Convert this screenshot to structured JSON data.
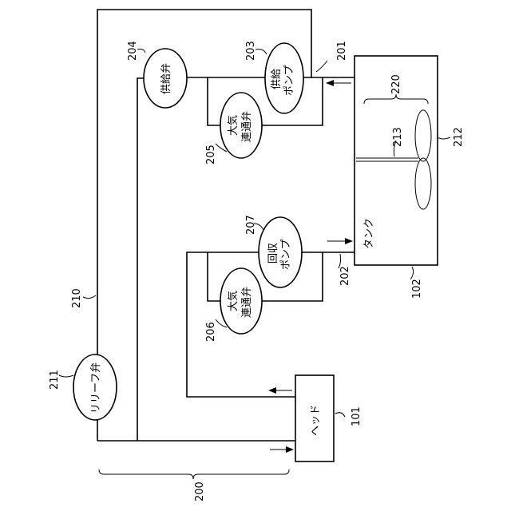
{
  "components": {
    "head": {
      "label": "ヘッド",
      "ref": "101"
    },
    "tank": {
      "label": "タンク",
      "ref": "102"
    },
    "supply_line": {
      "ref": "201"
    },
    "recovery_line": {
      "ref": "202"
    },
    "supply_pump": {
      "label_line1": "供給",
      "label_line2": "ポンプ",
      "ref": "203"
    },
    "supply_valve": {
      "label": "供給弁",
      "ref": "204"
    },
    "atm_valve_upper": {
      "label_line1": "大気",
      "label_line2": "連通弁",
      "ref": "205"
    },
    "atm_valve_lower": {
      "label_line1": "大気",
      "label_line2": "連通弁",
      "ref": "206"
    },
    "recovery_pump": {
      "label_line1": "回収",
      "label_line2": "ポンプ",
      "ref": "207"
    },
    "bypass_line": {
      "ref": "210"
    },
    "relief_valve": {
      "label": "リリーフ弁",
      "ref": "211"
    },
    "stirrer": {
      "ref": "212"
    },
    "shaft": {
      "ref": "213"
    },
    "stir_region": {
      "ref": "220"
    },
    "system": {
      "ref": "200"
    }
  }
}
